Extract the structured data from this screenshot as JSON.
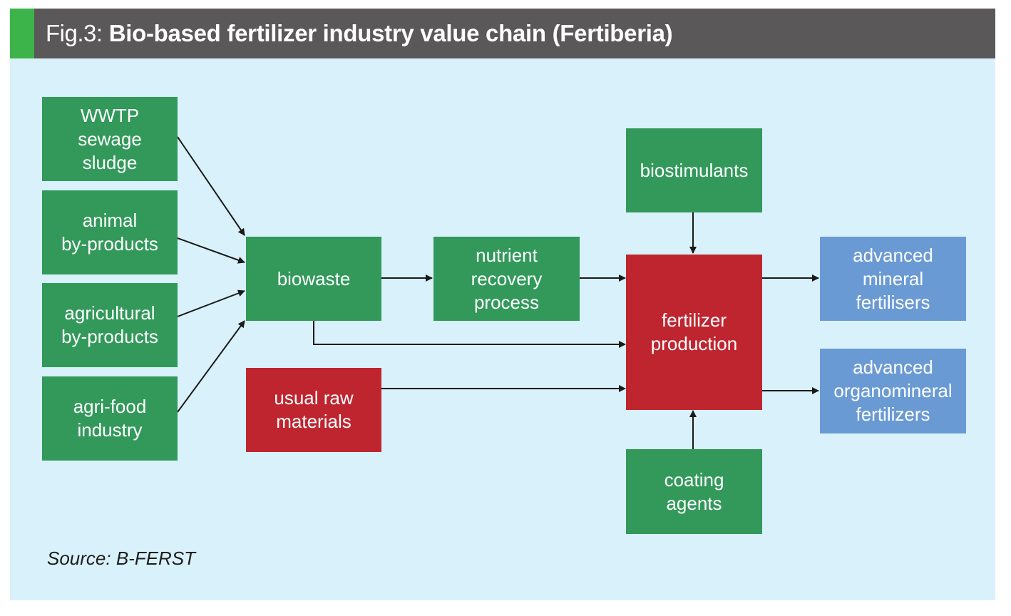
{
  "header": {
    "fig_label": "Fig.3:",
    "title": "Bio-based fertilizer industry value chain (Fertiberia)"
  },
  "nodes": {
    "wwtp": "WWTP\nsewage\nsludge",
    "animal": "animal\nby-products",
    "agricultural": "agricultural\nby-products",
    "agrifood": "agri-food\nindustry",
    "biowaste": "biowaste",
    "usual_raw": "usual raw\nmaterials",
    "nutrient": "nutrient\nrecovery\nprocess",
    "biostimulants": "biostimulants",
    "fertilizer_production": "fertilizer\nproduction",
    "coating": "coating\nagents",
    "mineral": "advanced\nmineral\nfertilisers",
    "organomineral": "advanced\norganomineral\nfertilizers"
  },
  "source": "Source: B-FERST",
  "colors": {
    "header_bg": "#5a5859",
    "header_accent": "#3cb44a",
    "panel_bg": "#d9f1fa",
    "green_node": "#32995a",
    "red_node": "#bf252f",
    "blue_node": "#6a9ad4",
    "arrow": "#1a1a1a"
  }
}
